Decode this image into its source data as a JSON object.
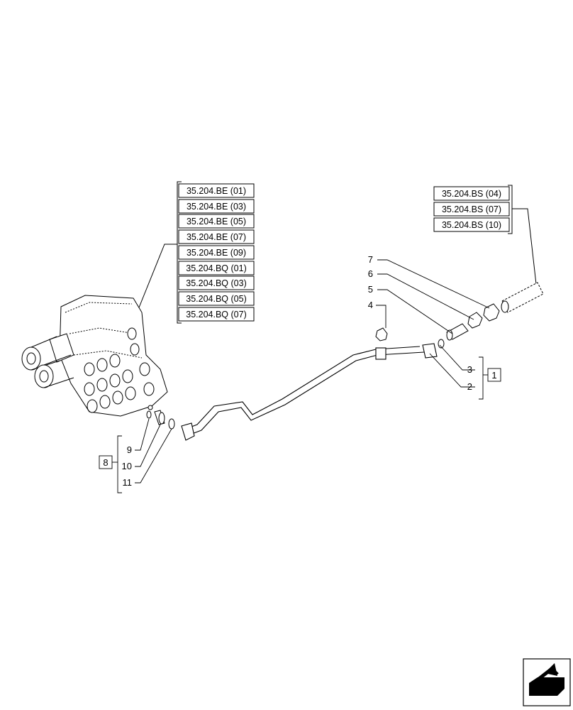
{
  "refs_left": [
    "35.204.BE (01)",
    "35.204.BE (03)",
    "35.204.BE (05)",
    "35.204.BE (07)",
    "35.204.BE (09)",
    "35.204.BQ (01)",
    "35.204.BQ (03)",
    "35.204.BQ (05)",
    "35.204.BQ (07)"
  ],
  "refs_right": [
    "35.204.BS (04)",
    "35.204.BS (07)",
    "35.204.BS (10)"
  ],
  "callouts": {
    "n1": "1",
    "n2": "2",
    "n3": "3",
    "n4": "4",
    "n5": "5",
    "n6": "6",
    "n7": "7",
    "n8": "8",
    "n9": "9",
    "n10": "10",
    "n11": "11"
  },
  "icons": {
    "nav": "next-page-arrow-icon"
  }
}
